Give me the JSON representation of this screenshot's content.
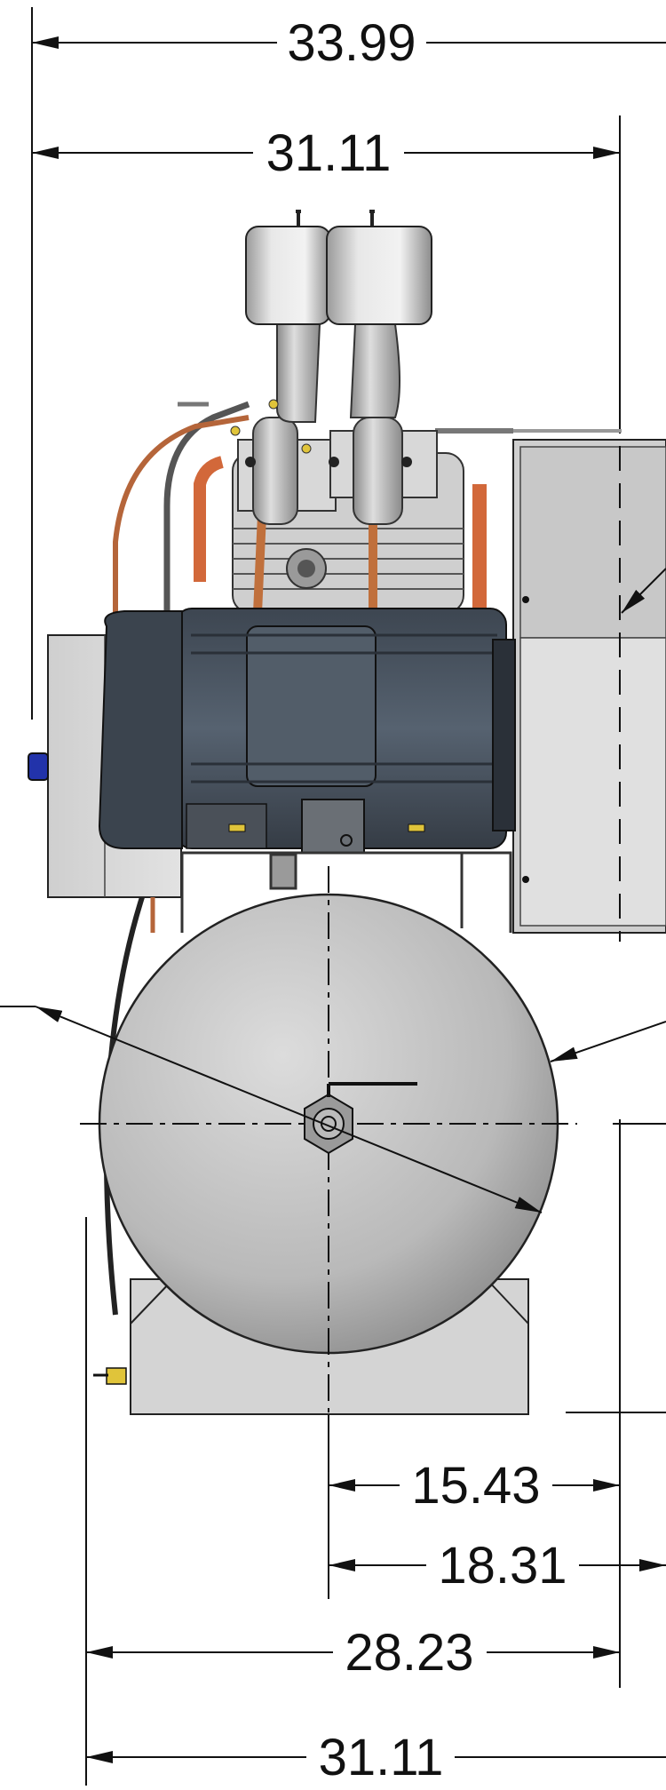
{
  "dimensions": {
    "overall_width_top": "33.99",
    "frame_width_top": "31.11",
    "tank_center_to_right": "15.43",
    "tank_center_to_edge": "18.31",
    "base_width": "28.23",
    "overall_width_bottom": "31.11"
  },
  "colors": {
    "dimension_line": "#111111",
    "motor_body": "#4a5460",
    "tank_metal": "#bdbdbd",
    "air_filter": "#d6d6d6",
    "copper_tube": "#b5653a",
    "orange_hose": "#d2683a",
    "panel_gray": "#d9d9d9",
    "blue_button": "#2233aa"
  }
}
